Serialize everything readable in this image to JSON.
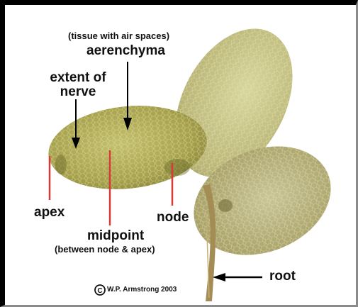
{
  "labels": {
    "tissue_note": "(tissue with air spaces)",
    "aerenchyma": "aerenchyma",
    "extent_line1": "extent of",
    "extent_line2": "nerve",
    "apex": "apex",
    "node": "node",
    "midpoint": "midpoint",
    "midpoint_note": "(between node & apex)",
    "root": "root"
  },
  "copyright": {
    "symbol": "C",
    "text": "W.P. Armstrong 2003"
  },
  "colors": {
    "leaf_fill": "#a9a451",
    "leaf_light": "#c8c583",
    "leaf_dark": "#7d7a33",
    "root": "#a08a52",
    "pointer_red": "#d63a3a",
    "arrow_black": "#000000"
  }
}
